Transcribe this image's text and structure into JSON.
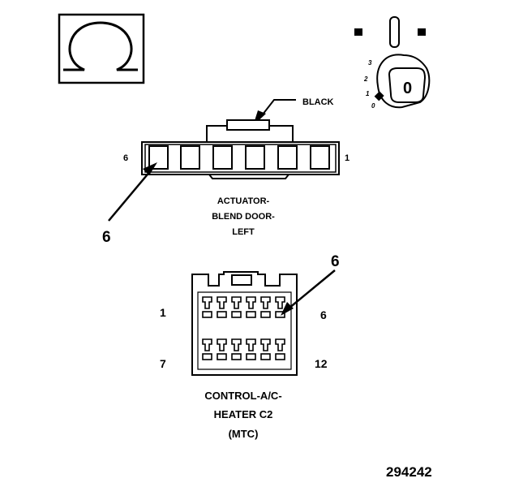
{
  "symbols": {
    "ohm": "Ω",
    "ignition_positions": [
      "3",
      "2",
      "1",
      "0"
    ],
    "ignition_key": "0"
  },
  "actuator": {
    "wire_color": "BLACK",
    "pin_left": "6",
    "pin_right": "1",
    "callout": "6",
    "name_lines": [
      "ACTUATOR-",
      "BLEND DOOR-",
      "LEFT"
    ]
  },
  "control": {
    "callout": "6",
    "pin_top_left": "1",
    "pin_top_right": "6",
    "pin_bottom_left": "7",
    "pin_bottom_right": "12",
    "name_lines": [
      "CONTROL-A/C-",
      "HEATER C2",
      "(MTC)"
    ]
  },
  "figure_number": "294242"
}
